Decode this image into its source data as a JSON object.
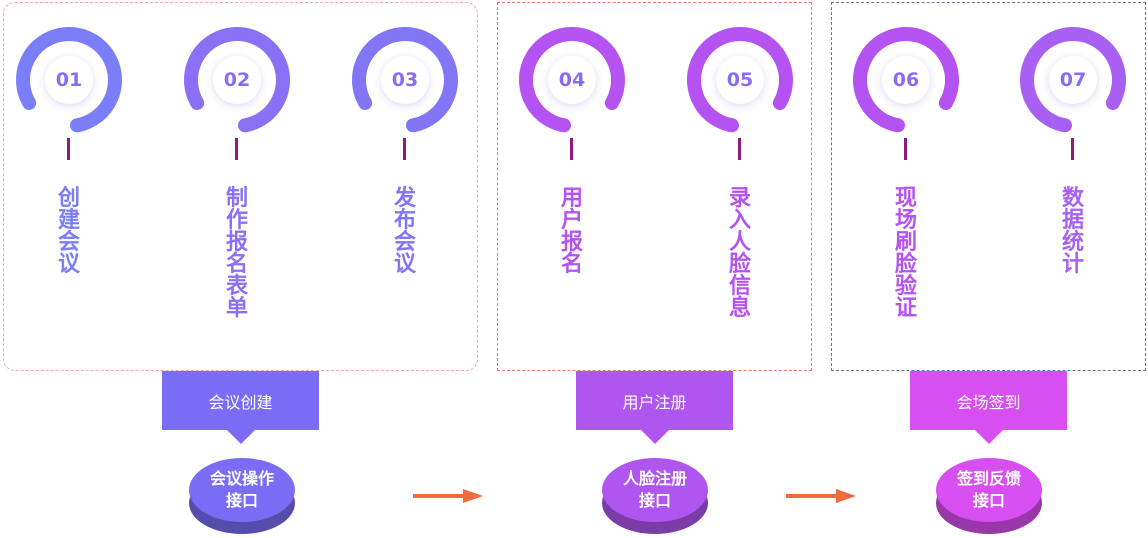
{
  "colors": {
    "purple": "#7b6cf6",
    "violet": "#b056f0",
    "magenta": "#d74ff0",
    "stem": "#8d1d78",
    "arrow": "#ef6a3c"
  },
  "steps": [
    {
      "num": "01",
      "label": "创建会议",
      "color": "#7b7ef8"
    },
    {
      "num": "02",
      "label": "制作报名表单",
      "color": "#8a70f4"
    },
    {
      "num": "03",
      "label": "发布会议",
      "color": "#8275f6"
    },
    {
      "num": "04",
      "label": "用户报名",
      "color": "#b453f2"
    },
    {
      "num": "05",
      "label": "录入人脸信息",
      "color": "#b453f2"
    },
    {
      "num": "06",
      "label": "现场刷脸验证",
      "color": "#b453f2"
    },
    {
      "num": "07",
      "label": "数据统计",
      "color": "#a860f4"
    }
  ],
  "groups": [
    {
      "title": "会议创建",
      "interface": [
        "会议操作",
        "接口"
      ],
      "color": "#7b6cf6"
    },
    {
      "title": "用户注册",
      "interface": [
        "人脸注册",
        "接口"
      ],
      "color": "#b056f0"
    },
    {
      "title": "会场签到",
      "interface": [
        "签到反馈",
        "接口"
      ],
      "color": "#d74ff0"
    }
  ]
}
